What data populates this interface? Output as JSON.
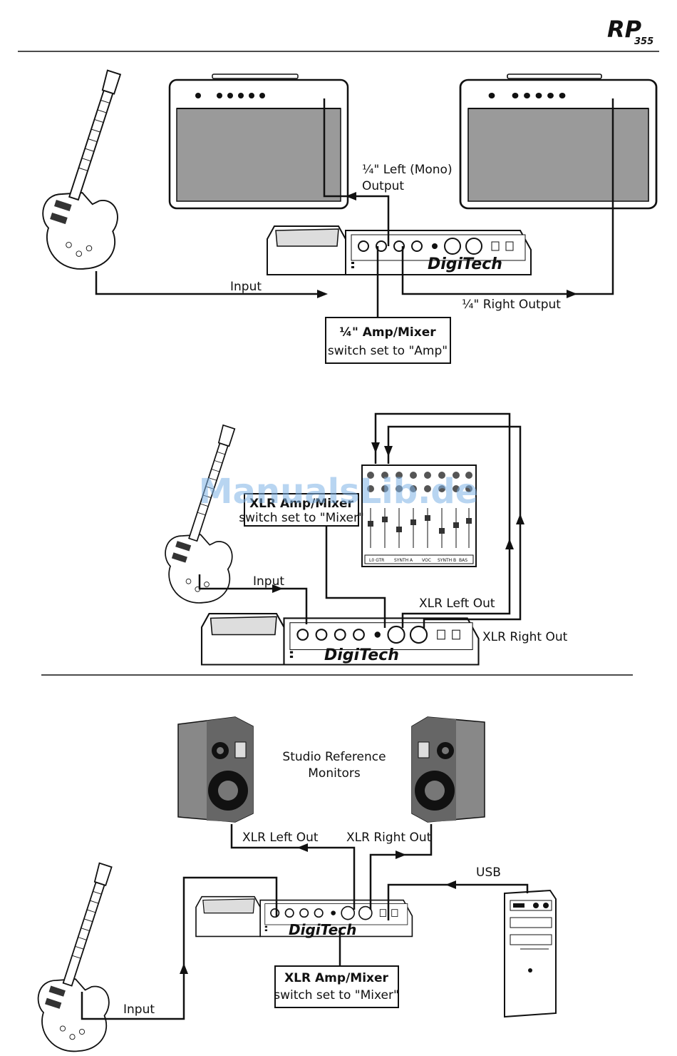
{
  "header": {
    "logo_main": "RP",
    "logo_sub": "355"
  },
  "diagram1": {
    "left_output_line1": "¼\" Left (Mono)",
    "left_output_line2": "Output",
    "input": "Input",
    "right_output": "¼\" Right Output",
    "switch_title": "¼\" Amp/Mixer",
    "switch_note": "switch set to \"Amp\""
  },
  "diagram2": {
    "switch_title": "XLR Amp/Mixer",
    "switch_note": "switch set to \"Mixer\"",
    "input": "Input",
    "xlr_left": "XLR Left Out",
    "xlr_right": "XLR Right Out",
    "mixer_channels": [
      "L0 GTR",
      "SYNTH A",
      "VOC",
      "SYNTH B",
      "BAS"
    ]
  },
  "diagram3": {
    "monitors_line1": "Studio Reference",
    "monitors_line2": "Monitors",
    "xlr_left": "XLR Left Out",
    "xlr_right": "XLR Right Out",
    "usb": "USB",
    "input": "Input",
    "switch_title": "XLR Amp/Mixer",
    "switch_note": "switch set to \"Mixer\""
  },
  "device_brand": "DigiTech",
  "watermark": "ManualsLib.de"
}
